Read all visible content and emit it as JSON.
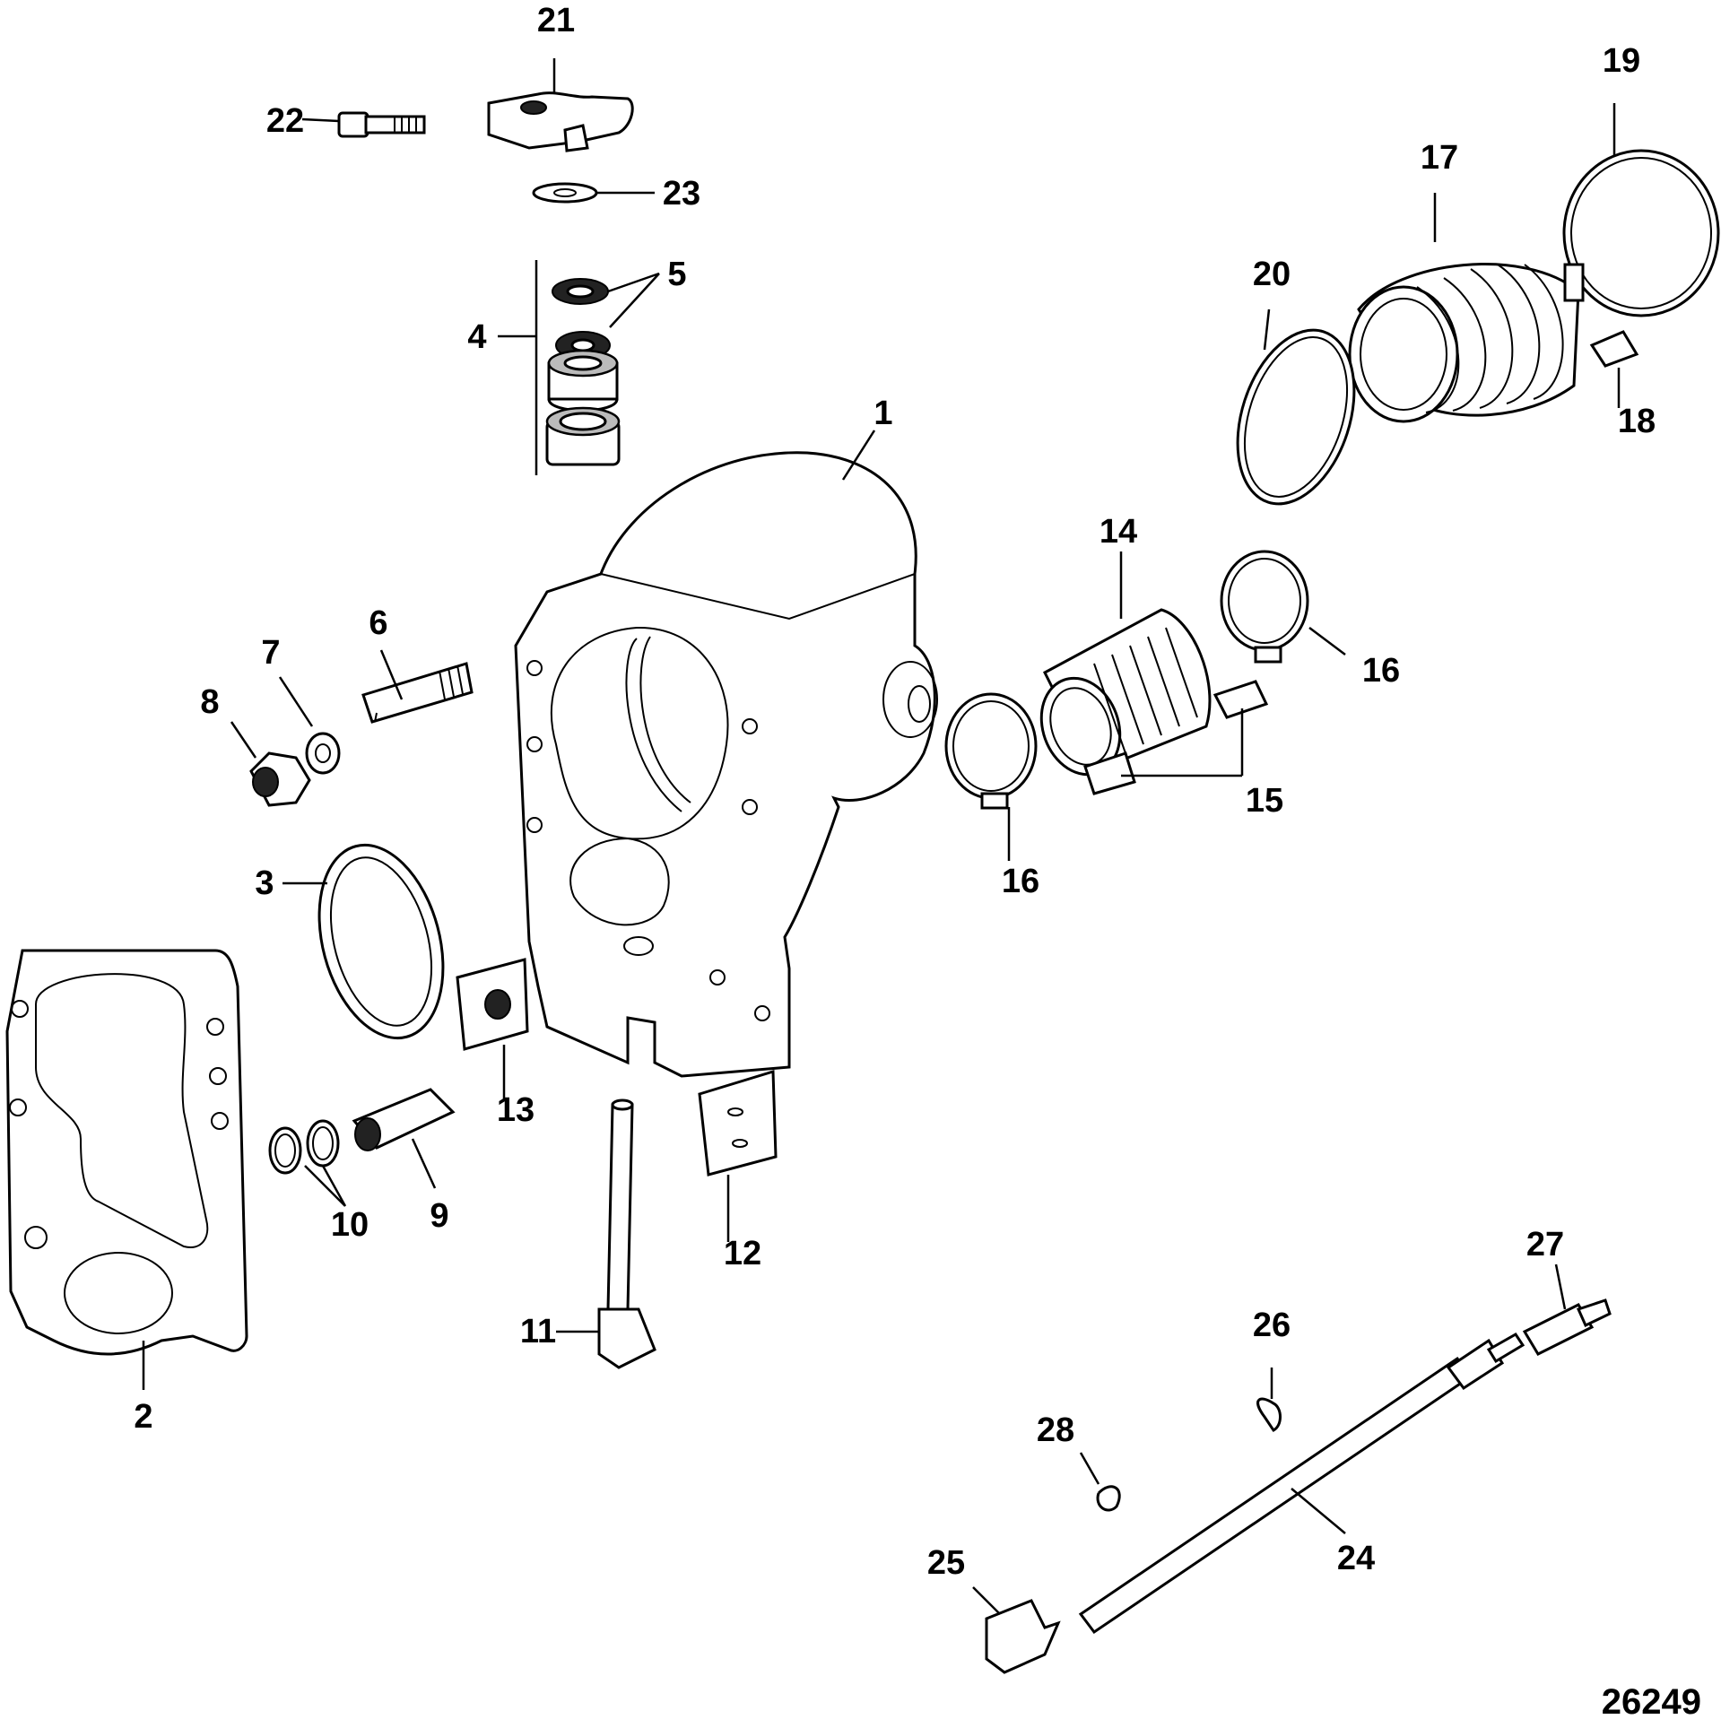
{
  "figure_number": "26249",
  "callouts": [
    {
      "id": "1",
      "text": "1"
    },
    {
      "id": "2",
      "text": "2"
    },
    {
      "id": "3",
      "text": "3"
    },
    {
      "id": "4",
      "text": "4"
    },
    {
      "id": "5",
      "text": "5"
    },
    {
      "id": "6",
      "text": "6"
    },
    {
      "id": "7",
      "text": "7"
    },
    {
      "id": "8",
      "text": "8"
    },
    {
      "id": "9",
      "text": "9"
    },
    {
      "id": "10",
      "text": "10"
    },
    {
      "id": "11",
      "text": "11"
    },
    {
      "id": "12",
      "text": "12"
    },
    {
      "id": "13",
      "text": "13"
    },
    {
      "id": "14",
      "text": "14"
    },
    {
      "id": "15",
      "text": "15"
    },
    {
      "id": "16a",
      "text": "16"
    },
    {
      "id": "16b",
      "text": "16"
    },
    {
      "id": "17",
      "text": "17"
    },
    {
      "id": "18",
      "text": "18"
    },
    {
      "id": "19",
      "text": "19"
    },
    {
      "id": "20",
      "text": "20"
    },
    {
      "id": "21",
      "text": "21"
    },
    {
      "id": "22",
      "text": "22"
    },
    {
      "id": "23",
      "text": "23"
    },
    {
      "id": "24",
      "text": "24"
    },
    {
      "id": "25",
      "text": "25"
    },
    {
      "id": "26",
      "text": "26"
    },
    {
      "id": "27",
      "text": "27"
    },
    {
      "id": "28",
      "text": "28"
    }
  ]
}
